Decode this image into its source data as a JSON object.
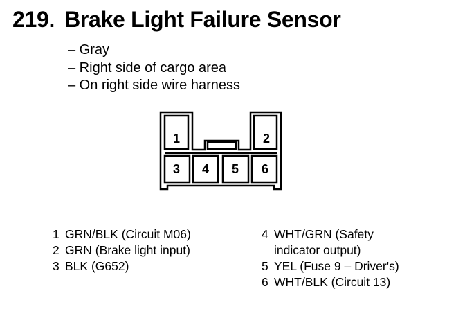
{
  "title": {
    "number": "219.",
    "text": "Brake Light Failure Sensor"
  },
  "bullets": [
    "– Gray",
    "– Right side of cargo area",
    "– On right side wire harness"
  ],
  "pins": [
    "1",
    "2",
    "3",
    "4",
    "5",
    "6"
  ],
  "legend_left": [
    {
      "num": "1",
      "text": "GRN/BLK (Circuit M06)"
    },
    {
      "num": "2",
      "text": "GRN (Brake light input)"
    },
    {
      "num": "3",
      "text": "BLK (G652)"
    }
  ],
  "legend_right": [
    {
      "num": "4",
      "text": "WHT/GRN (Safety",
      "cont": "indicator output)"
    },
    {
      "num": "5",
      "text": "YEL (Fuse 9 – Driver's)"
    },
    {
      "num": "6",
      "text": "WHT/BLK (Circuit 13)"
    }
  ]
}
